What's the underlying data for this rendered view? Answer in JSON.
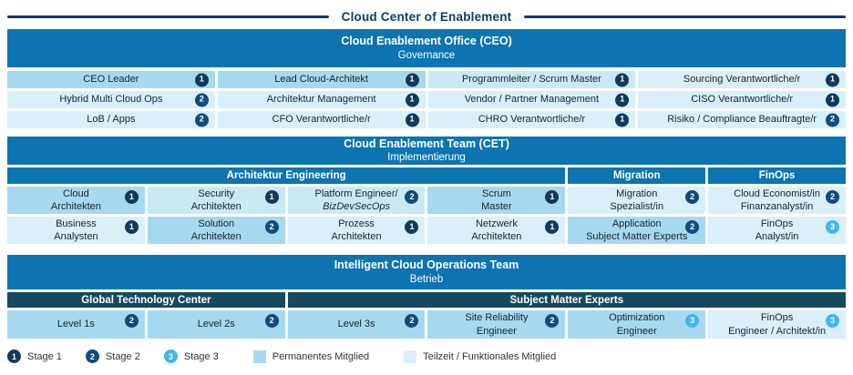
{
  "title": "Cloud Center of Enablement",
  "colors": {
    "header_blue": "#0d74b2",
    "subgroup_teal": "#17495f",
    "permanent_fill": "#a6d9ef",
    "teilzeit_fill": "#d9effa",
    "teilzeit_row1_fill": "#c9e9f7",
    "stage1_badge": "#12395c",
    "stage2_badge": "#0f4c7c",
    "stage3_badge": "#3fb6ef",
    "title_navy": "#0d3c63"
  },
  "sections": [
    {
      "id": "ceo",
      "title": "Cloud Enablement Office (CEO)",
      "subtitle": "Governance",
      "cells": [
        {
          "label": "CEO Leader",
          "stage": "1",
          "membership": "permanent"
        },
        {
          "label": "Lead Cloud-Architekt",
          "stage": "1",
          "membership": "permanent"
        },
        {
          "label": "Programmleiter / Scrum Master",
          "stage": "1",
          "membership": "teilzeit"
        },
        {
          "label": "Sourcing Verantwortliche/r",
          "stage": "1",
          "membership": "teilzeit"
        },
        {
          "label": "Hybrid Multi Cloud Ops",
          "stage": "2",
          "membership": "teilzeit"
        },
        {
          "label": "Architektur Management",
          "stage": "1",
          "membership": "teilzeit"
        },
        {
          "label": "Vendor / Partner Management",
          "stage": "1",
          "membership": "teilzeit"
        },
        {
          "label": "CISO Verantwortliche/r",
          "stage": "1",
          "membership": "teilzeit"
        },
        {
          "label": "LoB / Apps",
          "stage": "2",
          "membership": "teilzeit"
        },
        {
          "label": "CFO Verantwortliche/r",
          "stage": "1",
          "membership": "teilzeit"
        },
        {
          "label": "CHRO Verantwortliche/r",
          "stage": "1",
          "membership": "teilzeit"
        },
        {
          "label": "Risiko / Compliance Beauftragte/r",
          "stage": "2",
          "membership": "teilzeit"
        }
      ]
    },
    {
      "id": "cet",
      "title": "Cloud Enablement Team (CET)",
      "subtitle": "Implementierung",
      "groups": [
        {
          "label": "Architektur Engineering",
          "span": 4
        },
        {
          "label": "Migration",
          "span": 1
        },
        {
          "label": "FinOps",
          "span": 1
        }
      ],
      "cells": [
        {
          "line1": "Cloud",
          "line2": "Architekten",
          "stage": "1",
          "membership": "permanent"
        },
        {
          "line1": "Security",
          "line2": "Architekten",
          "stage": "1",
          "membership": "teilzeit"
        },
        {
          "line1": "Platform Engineer/",
          "line2": "BizDevSecOps",
          "stage": "2",
          "membership": "teilzeit"
        },
        {
          "line1": "Scrum",
          "line2": "Master",
          "stage": "1",
          "membership": "permanent"
        },
        {
          "line1": "Migration",
          "line2": "Spezialist/in",
          "stage": "2",
          "membership": "teilzeit"
        },
        {
          "line1": "Cloud Economist/in",
          "line2": "Finanzanalyst/in",
          "stage": "2",
          "membership": "teilzeit"
        },
        {
          "line1": "Business",
          "line2": "Analysten",
          "stage": "1",
          "membership": "teilzeit"
        },
        {
          "line1": "Solution",
          "line2": "Architekten",
          "stage": "2",
          "membership": "permanent"
        },
        {
          "line1": "Prozess",
          "line2": "Architekten",
          "stage": "1",
          "membership": "teilzeit"
        },
        {
          "line1": "Netzwerk",
          "line2": "Architekten",
          "stage": "1",
          "membership": "teilzeit"
        },
        {
          "line1": "Application",
          "line2": "Subject Matter Experts",
          "stage": "2",
          "membership": "permanent"
        },
        {
          "line1": "FinOps",
          "line2": "Analyst/in",
          "stage": "3",
          "membership": "teilzeit"
        }
      ]
    },
    {
      "id": "icot",
      "title": "Intelligent Cloud Operations Team",
      "subtitle": "Betrieb",
      "groups": [
        {
          "label": "Global Technology Center",
          "span": 2
        },
        {
          "label": "Subject Matter Experts",
          "span": 4
        }
      ],
      "cells": [
        {
          "line1": "Level 1s",
          "line2": "",
          "stage": "2",
          "membership": "permanent"
        },
        {
          "line1": "Level 2s",
          "line2": "",
          "stage": "2",
          "membership": "permanent"
        },
        {
          "line1": "Level 3s",
          "line2": "",
          "stage": "2",
          "membership": "permanent"
        },
        {
          "line1": "Site Reliability",
          "line2": "Engineer",
          "stage": "2",
          "membership": "permanent"
        },
        {
          "line1": "Optimization",
          "line2": "Engineer",
          "stage": "3",
          "membership": "permanent"
        },
        {
          "line1": "FinOps",
          "line2": "Engineer / Architekt/in",
          "stage": "3",
          "membership": "teilzeit"
        }
      ]
    }
  ],
  "legend": {
    "stages": [
      {
        "badge": "1",
        "label": "Stage 1"
      },
      {
        "badge": "2",
        "label": "Stage 2"
      },
      {
        "badge": "3",
        "label": "Stage 3"
      }
    ],
    "memberships": [
      {
        "label": "Permanentes Mitglied",
        "tone": "permanent"
      },
      {
        "label": "Teilzeit / Funktionales Mitglied",
        "tone": "teilzeit"
      }
    ]
  }
}
